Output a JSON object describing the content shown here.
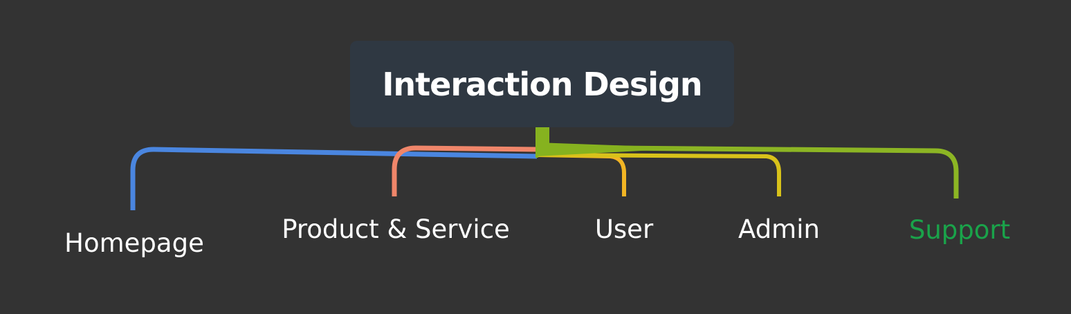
{
  "root": {
    "label": "Interaction Design",
    "background": "#2f3842",
    "text_color": "#ffffff"
  },
  "background": "#333333",
  "branches": [
    {
      "label": "Homepage",
      "line_color": "#4a86e0",
      "text_color": "#ffffff"
    },
    {
      "label": "Product & Service",
      "line_color": "#f0866a",
      "text_color": "#ffffff"
    },
    {
      "label": "User",
      "line_color": "#f2b524",
      "text_color": "#ffffff"
    },
    {
      "label": "Admin",
      "line_color": "#d8c21a",
      "text_color": "#ffffff"
    },
    {
      "label": "Support",
      "line_color": "#8cb524",
      "text_color": "#1aa34a"
    }
  ],
  "trunk_color": "#86b21f"
}
